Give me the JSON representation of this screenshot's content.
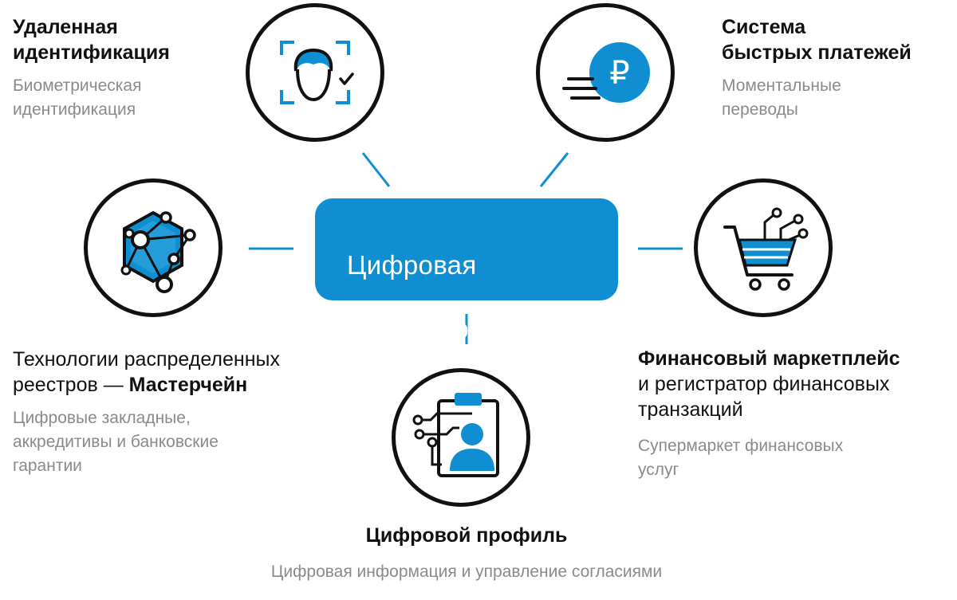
{
  "hub": {
    "title_line1": "Цифровая",
    "title_line2": "инфраструктура"
  },
  "nodes": {
    "remote_id": {
      "title_line1": "Удаленная",
      "title_line2": "идентификация",
      "sub_line1": "Биометрическая",
      "sub_line2": "идентификация",
      "icon": "face-scan-icon"
    },
    "fast_payments": {
      "title_line1": "Система",
      "title_line2": "быстрых платежей",
      "sub_line1": "Моментальные",
      "sub_line2": "переводы",
      "icon": "ruble-coin-icon",
      "glyph": "₽"
    },
    "ledger": {
      "title_line1": "Технологии распределенных",
      "title_line2_plain": "реестров — ",
      "title_line2_bold": "Мастерчейн",
      "sub_line1": "Цифровые закладные,",
      "sub_line2": "аккредитивы и банковские",
      "sub_line3": "гарантии",
      "icon": "blockchain-network-icon"
    },
    "marketplace": {
      "title_line1": "Финансовый маркетплейс",
      "title_line2": "и регистратор финансовых",
      "title_line3": "транзакций",
      "sub_line1": "Супермаркет финансовых",
      "sub_line2": "услуг",
      "icon": "shopping-cart-icon"
    },
    "profile": {
      "title": "Цифровой профиль",
      "sub": "Цифровая информация и управление согласиями",
      "icon": "profile-clipboard-icon"
    }
  },
  "colors": {
    "accent": "#0f8fd1",
    "accent_light": "#4db8ea",
    "outline": "#111111",
    "subtext": "#8a8a8a"
  }
}
